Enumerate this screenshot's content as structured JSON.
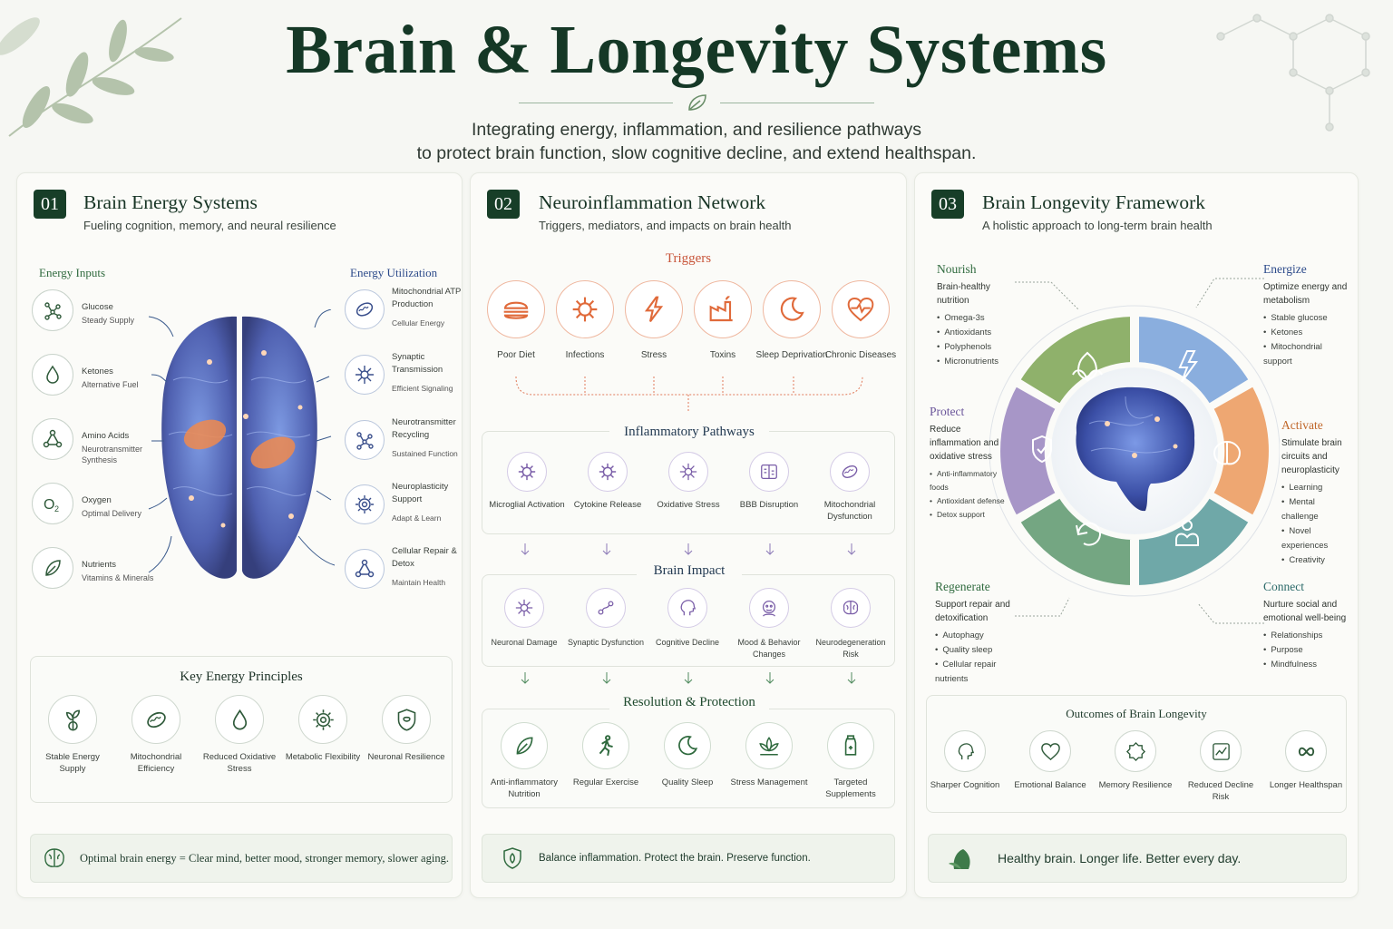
{
  "header": {
    "title": "Brain & Longevity Systems",
    "subtitle_line1": "Integrating energy, inflammation, and resilience pathways",
    "subtitle_line2": "to protect brain function, slow cognitive decline, and extend healthspan."
  },
  "icons": {
    "leaf": "leaf-icon",
    "shield": "shield-icon",
    "brain": "brain-icon"
  },
  "colors": {
    "dark_green": "#173e28",
    "trigger_orange": "#e06a3a",
    "pathway_purple": "#7a5ea8",
    "nourish": "#8fb16b",
    "energize": "#8aaede",
    "activate": "#eea772",
    "connect": "#6fa8a8",
    "regenerate": "#74a682",
    "protect": "#a796c7"
  },
  "panel1": {
    "num": "01",
    "title": "Brain Energy Systems",
    "subtitle": "Fueling cognition, memory, and neural resilience",
    "inputs_heading": "Energy Inputs",
    "util_heading": "Energy Utilization",
    "inputs": [
      {
        "name": "Glucose",
        "desc": "Steady Supply",
        "icon": "glucose-molecule-icon"
      },
      {
        "name": "Ketones",
        "desc": "Alternative Fuel",
        "icon": "droplet-icon"
      },
      {
        "name": "Amino Acids",
        "desc": "Neurotransmitter Synthesis",
        "icon": "molecule-icon"
      },
      {
        "name": "Oxygen",
        "desc": "Optimal Delivery",
        "icon": "o2-icon"
      },
      {
        "name": "Nutrients",
        "desc": "Vitamins & Minerals",
        "icon": "leaf-icon"
      }
    ],
    "utilization": [
      {
        "name": "Mitochondrial ATP Production",
        "desc": "Cellular Energy",
        "icon": "mitochondria-icon"
      },
      {
        "name": "Synaptic Transmission",
        "desc": "Efficient Signaling",
        "icon": "neuron-icon"
      },
      {
        "name": "Neurotransmitter Recycling",
        "desc": "Sustained Function",
        "icon": "network-icon"
      },
      {
        "name": "Neuroplasticity Support",
        "desc": "Adapt & Learn",
        "icon": "gear-neuron-icon"
      },
      {
        "name": "Cellular Repair & Detox",
        "desc": "Maintain Health",
        "icon": "molecule-icon"
      }
    ],
    "principles_title": "Key Energy Principles",
    "principles": [
      {
        "label": "Stable Energy Supply",
        "icon": "sprout-icon"
      },
      {
        "label": "Mitochondrial Efficiency",
        "icon": "mitochondria-icon"
      },
      {
        "label": "Reduced Oxidative Stress",
        "icon": "droplet-icon"
      },
      {
        "label": "Metabolic Flexibility",
        "icon": "brain-gear-icon"
      },
      {
        "label": "Neuronal Resilience",
        "icon": "brain-shield-icon"
      }
    ],
    "footer": "Optimal brain energy = Clear mind, better mood, stronger memory, slower aging."
  },
  "panel2": {
    "num": "02",
    "title": "Neuroinflammation Network",
    "subtitle": "Triggers, mediators, and impacts on brain health",
    "triggers_title": "Triggers",
    "triggers": [
      {
        "label": "Poor Diet",
        "icon": "burger-icon"
      },
      {
        "label": "Infections",
        "icon": "virus-icon"
      },
      {
        "label": "Stress",
        "icon": "lightning-icon"
      },
      {
        "label": "Toxins",
        "icon": "factory-icon"
      },
      {
        "label": "Sleep Deprivation",
        "icon": "moon-icon"
      },
      {
        "label": "Chronic Diseases",
        "icon": "heart-pulse-icon"
      }
    ],
    "pathways_title": "Inflammatory Pathways",
    "pathways": [
      {
        "label": "Microglial Activation",
        "icon": "microglia-icon"
      },
      {
        "label": "Cytokine Release",
        "icon": "cytokine-icon"
      },
      {
        "label": "Oxidative Stress",
        "icon": "cell-icon"
      },
      {
        "label": "BBB Disruption",
        "icon": "barrier-icon"
      },
      {
        "label": "Mitochondrial Dysfunction",
        "icon": "mitochondria-icon"
      }
    ],
    "impact_title": "Brain Impact",
    "impacts": [
      {
        "label": "Neuronal Damage",
        "icon": "neuron-icon"
      },
      {
        "label": "Synaptic Dysfunction",
        "icon": "synapse-icon"
      },
      {
        "label": "Cognitive Decline",
        "icon": "head-icon"
      },
      {
        "label": "Mood & Behavior Changes",
        "icon": "face-icon"
      },
      {
        "label": "Neurodegeneration Risk",
        "icon": "brain-icon"
      }
    ],
    "resolution_title": "Resolution & Protection",
    "resolutions": [
      {
        "label": "Anti-inflammatory Nutrition",
        "icon": "leaf-icon"
      },
      {
        "label": "Regular Exercise",
        "icon": "runner-icon"
      },
      {
        "label": "Quality Sleep",
        "icon": "moon-icon"
      },
      {
        "label": "Stress Management",
        "icon": "lotus-icon"
      },
      {
        "label": "Targeted Supplements",
        "icon": "bottle-icon"
      }
    ],
    "footer": "Balance inflammation. Protect the brain. Preserve function."
  },
  "panel3": {
    "num": "03",
    "title": "Brain Longevity Framework",
    "subtitle": "A holistic approach to long-term brain health",
    "nourish": {
      "title": "Nourish",
      "desc": "Brain-healthy nutrition",
      "items": [
        "Omega-3s",
        "Antioxidants",
        "Polyphenols",
        "Micronutrients"
      ]
    },
    "energize": {
      "title": "Energize",
      "desc": "Optimize energy and metabolism",
      "items": [
        "Stable glucose",
        "Ketones",
        "Mitochondrial support"
      ]
    },
    "protect": {
      "title": "Protect",
      "desc": "Reduce inflammation and oxidative stress",
      "items": [
        "Anti-inflammatory foods",
        "Antioxidant defense",
        "Detox support"
      ]
    },
    "activate": {
      "title": "Activate",
      "desc": "Stimulate brain circuits and neuroplasticity",
      "items": [
        "Learning",
        "Mental challenge",
        "Novel experiences",
        "Creativity"
      ]
    },
    "regenerate": {
      "title": "Regenerate",
      "desc": "Support repair and detoxification",
      "items": [
        "Autophagy",
        "Quality sleep",
        "Cellular repair nutrients"
      ]
    },
    "connect": {
      "title": "Connect",
      "desc": "Nurture social and emotional well-being",
      "items": [
        "Relationships",
        "Purpose",
        "Mindfulness"
      ]
    },
    "outcomes_title": "Outcomes of Brain Longevity",
    "outcomes": [
      {
        "label": "Sharper Cognition",
        "icon": "head-icon"
      },
      {
        "label": "Emotional Balance",
        "icon": "heart-icon"
      },
      {
        "label": "Memory Resilience",
        "icon": "badge-icon"
      },
      {
        "label": "Reduced Decline Risk",
        "icon": "chart-icon"
      },
      {
        "label": "Longer Healthspan",
        "icon": "infinity-icon"
      }
    ],
    "footer": "Healthy brain. Longer life. Better every day."
  }
}
